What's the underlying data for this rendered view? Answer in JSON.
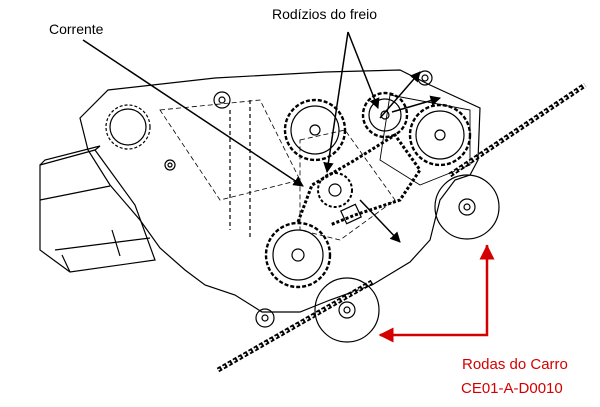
{
  "labels": {
    "chain": "Corrente",
    "brake_rollers": "Rodízios do freio",
    "carriage_wheels": "Rodas do Carro",
    "code": "CE01-A-D0010"
  },
  "colors": {
    "line": "#000000",
    "accent": "#d40000",
    "background": "#ffffff"
  }
}
